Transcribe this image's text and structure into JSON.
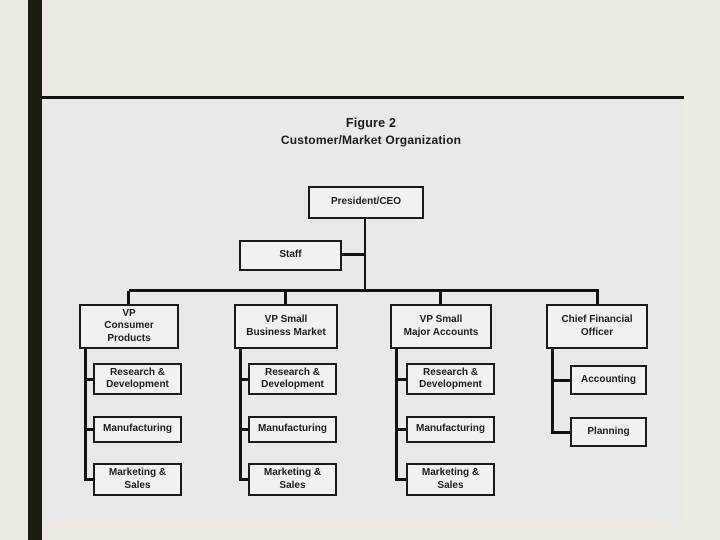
{
  "page": {
    "background_color": "#ECEAE2",
    "accent_bar_color": "#1B1D11",
    "panel_color": "#E9E9E9",
    "line_color": "#111111",
    "box_fill_color": "#F2F1EF",
    "box_border_color": "#1A1A1A"
  },
  "figure": {
    "title": "Figure 2",
    "subtitle": "Customer/Market Organization"
  },
  "org": {
    "root": {
      "label": "President/CEO"
    },
    "staff": {
      "label": "Staff"
    },
    "branches": [
      {
        "head": "VP\nConsumer\nProducts",
        "children": [
          "Research &\nDevelopment",
          "Manufacturing",
          "Marketing &\nSales"
        ]
      },
      {
        "head": "VP Small\nBusiness Market",
        "children": [
          "Research &\nDevelopment",
          "Manufacturing",
          "Marketing &\nSales"
        ]
      },
      {
        "head": "VP Small\nMajor Accounts",
        "children": [
          "Research &\nDevelopment",
          "Manufacturing",
          "Marketing &\nSales"
        ]
      },
      {
        "head": "Chief Financial\nOfficer",
        "children": [
          "Accounting",
          "Planning"
        ]
      }
    ]
  }
}
